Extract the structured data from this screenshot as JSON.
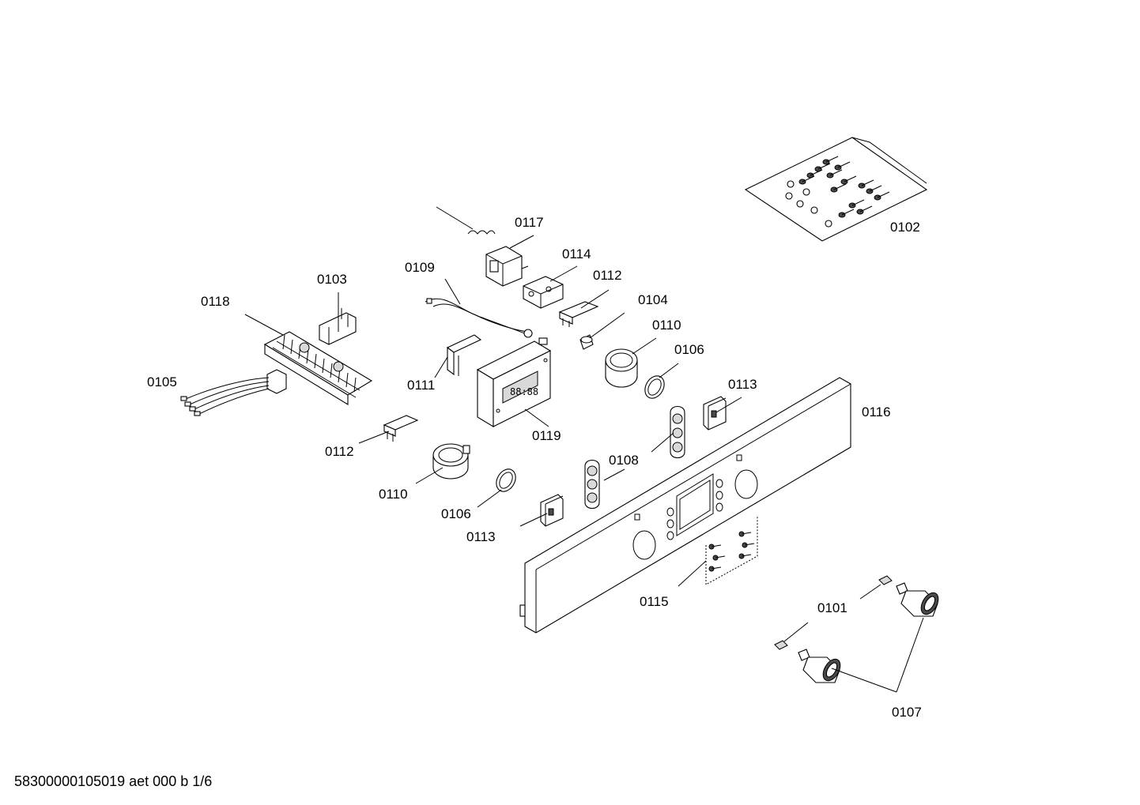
{
  "diagram": {
    "parts": [
      {
        "id": "p0102",
        "label": "0102"
      },
      {
        "id": "p0117",
        "label": "0117"
      },
      {
        "id": "p0114",
        "label": "0114"
      },
      {
        "id": "p0109",
        "label": "0109"
      },
      {
        "id": "p0103",
        "label": "0103"
      },
      {
        "id": "p0112a",
        "label": "0112"
      },
      {
        "id": "p0104",
        "label": "0104"
      },
      {
        "id": "p0118",
        "label": "0118"
      },
      {
        "id": "p0110a",
        "label": "0110"
      },
      {
        "id": "p0106a",
        "label": "0106"
      },
      {
        "id": "p0105",
        "label": "0105"
      },
      {
        "id": "p0111",
        "label": "0111"
      },
      {
        "id": "p0113a",
        "label": "0113"
      },
      {
        "id": "p0116",
        "label": "0116"
      },
      {
        "id": "p0119",
        "label": "0119"
      },
      {
        "id": "p0112b",
        "label": "0112"
      },
      {
        "id": "p0108",
        "label": "0108"
      },
      {
        "id": "p0110b",
        "label": "0110"
      },
      {
        "id": "p0106b",
        "label": "0106"
      },
      {
        "id": "p0113b",
        "label": "0113"
      },
      {
        "id": "p0115",
        "label": "0115"
      },
      {
        "id": "p0101",
        "label": "0101"
      },
      {
        "id": "p0107",
        "label": "0107"
      }
    ]
  },
  "footer": {
    "text": "58300000105019 aet 000 b 1/6"
  }
}
